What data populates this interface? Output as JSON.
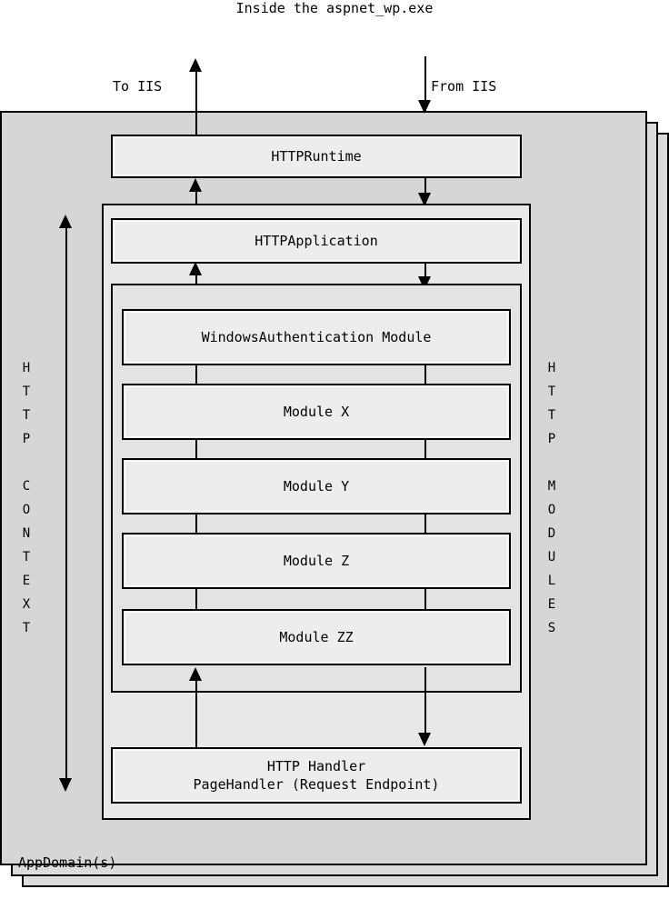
{
  "figure": {
    "caption": "Inside the aspnet_wp.exe",
    "appdomain_label": "AppDomain(s)"
  },
  "io": {
    "to_iis": "To IIS",
    "from_iis": "From IIS"
  },
  "boxes": {
    "runtime": "HTTPRuntime",
    "application": "HTTPApplication",
    "handler_line1": "HTTP Handler",
    "handler_line2": "PageHandler (Request Endpoint)"
  },
  "modules": [
    {
      "label": "WindowsAuthentication Module"
    },
    {
      "label": "Module X"
    },
    {
      "label": "Module Y"
    },
    {
      "label": "Module Z"
    },
    {
      "label": "Module ZZ"
    }
  ],
  "side_labels": {
    "left": [
      "H",
      "T",
      "T",
      "P",
      "",
      "C",
      "O",
      "N",
      "T",
      "E",
      "X",
      "T"
    ],
    "right": [
      "H",
      "T",
      "T",
      "P",
      "",
      "M",
      "O",
      "D",
      "U",
      "L",
      "E",
      "S"
    ]
  },
  "colors": {
    "page_background": "#ffffff",
    "appdomain_fill": "#d6d6d6",
    "container_fill": "#e8e8e8",
    "modules_container_fill": "#e3e3e3",
    "box_fill": "#ededed",
    "stroke": "#000000"
  }
}
